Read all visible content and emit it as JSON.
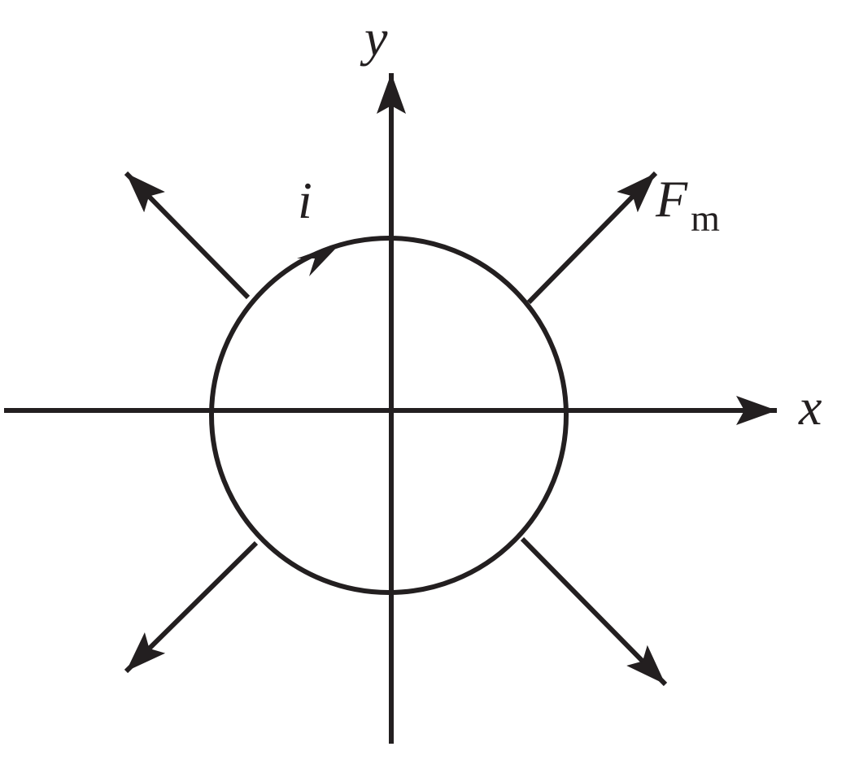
{
  "labels": {
    "y_axis": "y",
    "x_axis": "x",
    "current": "i",
    "force": "F",
    "force_subscript": "m"
  },
  "colors": {
    "ink": "#231f20",
    "background": "#ffffff"
  }
}
